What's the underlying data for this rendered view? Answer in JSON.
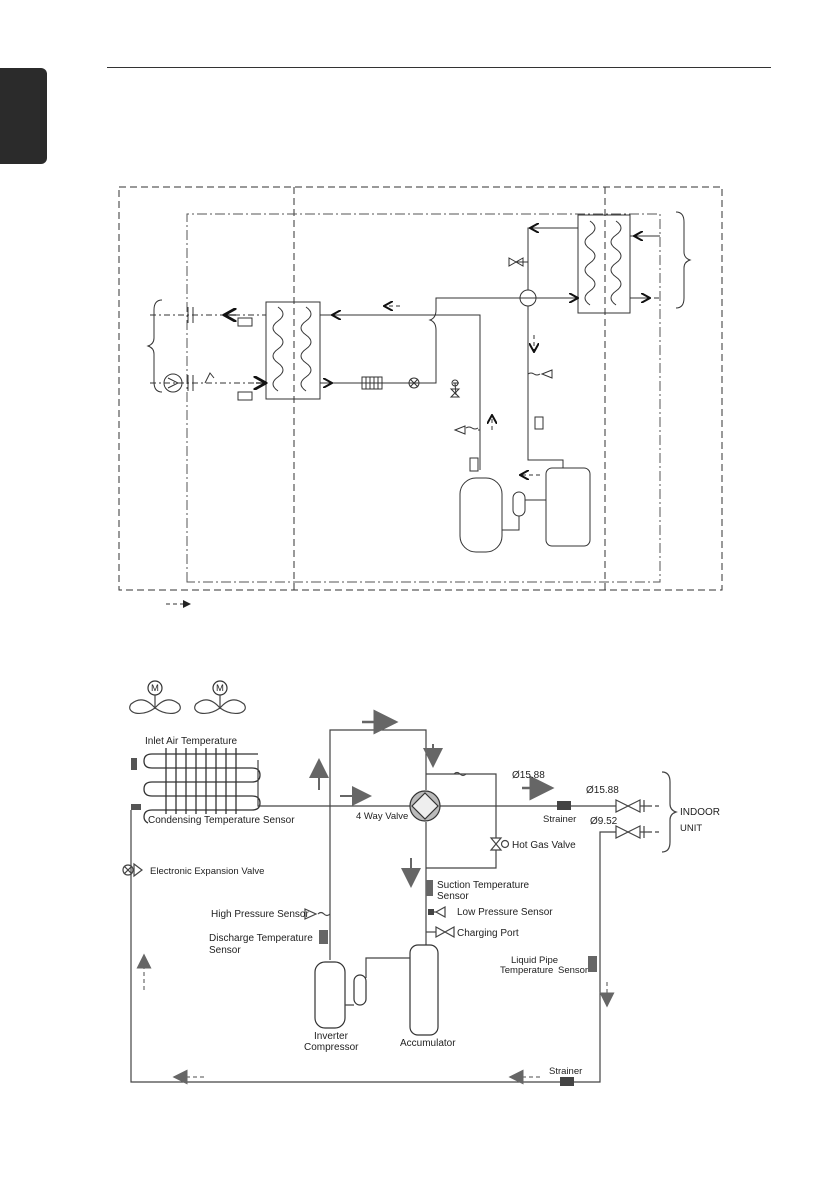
{
  "diagram2": {
    "labels": {
      "inlet_air": "Inlet Air Temperature",
      "condensing": "Condensing Temperature Sensor",
      "eev": "Electronic Expansion Valve",
      "high_pressure": "High Pressure Sensor",
      "discharge_1": "Discharge Temperature",
      "discharge_2": "Sensor",
      "four_way": "4 Way Valve",
      "suction_1": "Suction Temperature",
      "suction_2": "Sensor",
      "low_pressure": "Low Pressure Sensor",
      "charging": "Charging Port",
      "hot_gas": "Hot Gas Valve",
      "pipe_gas": "Ø15.88",
      "pipe_gas_2": "Ø15.88",
      "pipe_liquid": "Ø9.52",
      "strainer_top": "Strainer",
      "strainer_bottom": "Strainer",
      "liquid_pipe_1": "Liquid Pipe",
      "liquid_pipe_2": "Temperature",
      "liquid_pipe_3": "Sensor",
      "indoor_1": "INDOOR",
      "indoor_2": "UNIT",
      "compressor_1": "Inverter",
      "compressor_2": "Compressor",
      "accumulator": "Accumulator",
      "motor_1": "M",
      "motor_2": "M"
    }
  }
}
